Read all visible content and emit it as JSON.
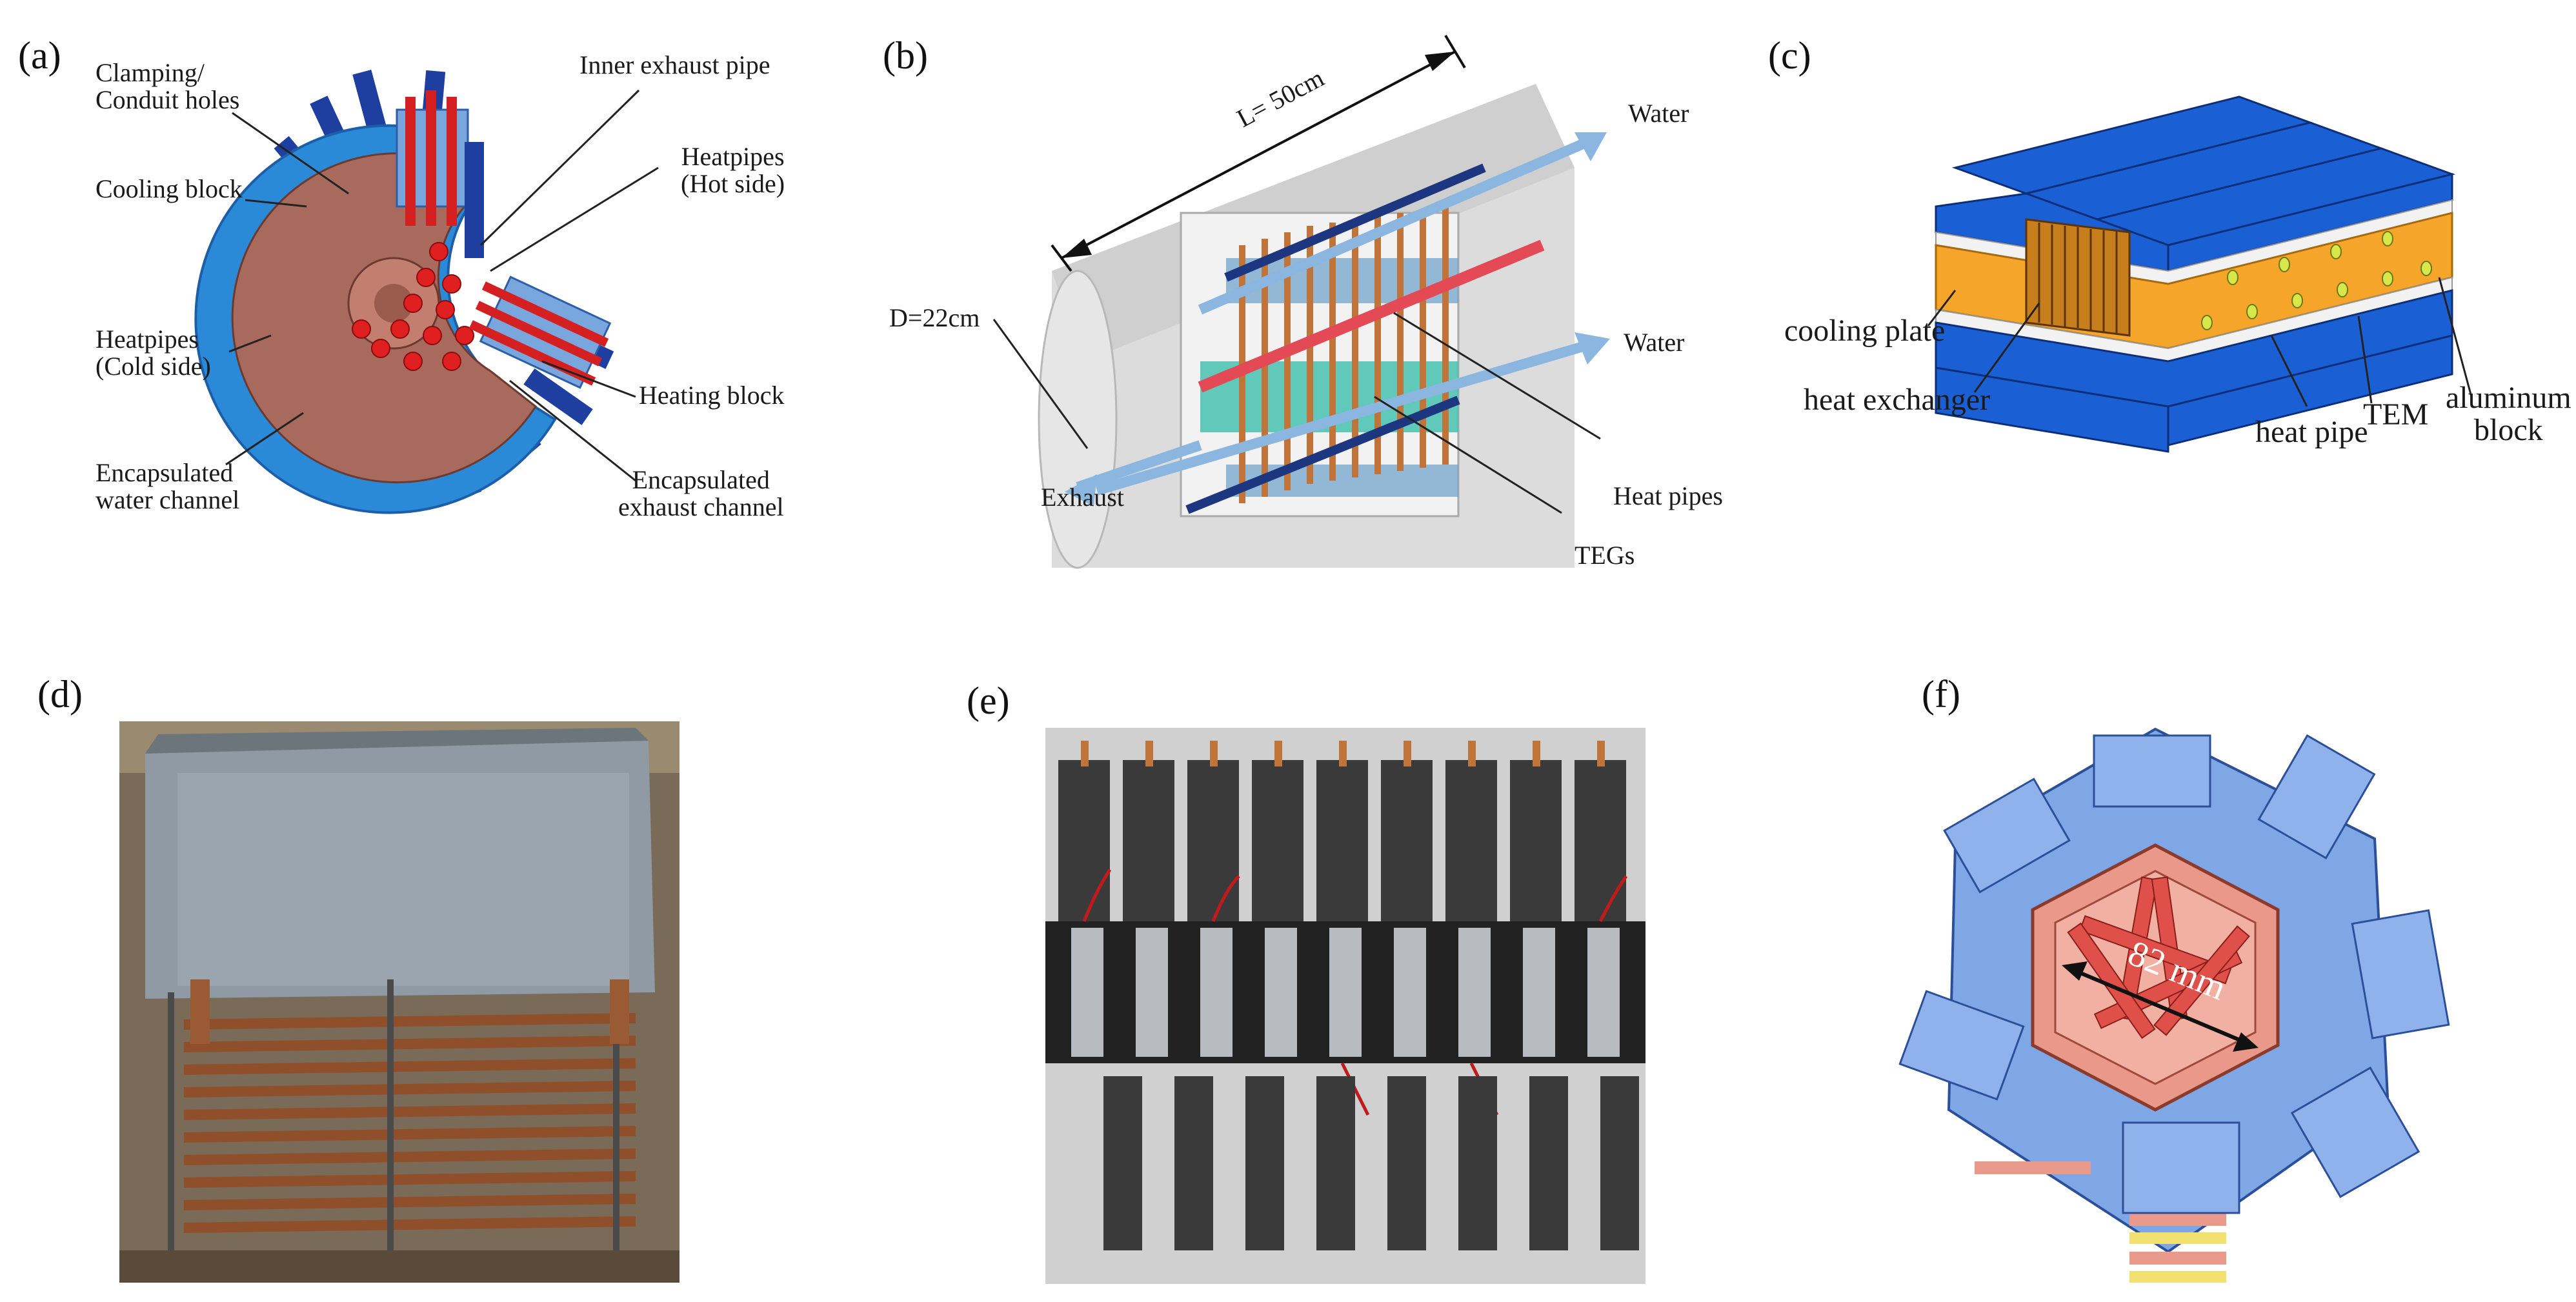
{
  "panels": {
    "a": {
      "label": "(a)",
      "callouts": {
        "clamping": "Clamping/\nConduit holes",
        "cooling_block": "Cooling block",
        "heatpipes_cold": "Heatpipes\n(Cold side)",
        "water_channel": "Encapsulated\nwater channel",
        "inner_exhaust": "Inner exhaust pipe",
        "heatpipes_hot": "Heatpipes\n(Hot side)",
        "heating_block": "Heating block",
        "exhaust_channel": "Encapsulated\nexhaust channel"
      }
    },
    "b": {
      "label": "(b)",
      "callouts": {
        "length": "L= 50cm",
        "diameter": "D=22cm",
        "water_top": "Water",
        "water_bottom": "Water",
        "exhaust": "Exhaust",
        "heat_pipes": "Heat pipes",
        "tegs": "TEGs"
      }
    },
    "c": {
      "label": "(c)",
      "callouts": {
        "cooling_plate": "cooling plate",
        "heat_exchanger": "heat exchanger",
        "heat_pipe": "heat pipe",
        "tem": "TEM",
        "aluminum_block": "aluminum\nblock"
      }
    },
    "d": {
      "label": "(d)"
    },
    "e": {
      "label": "(e)"
    },
    "f": {
      "label": "(f)",
      "callouts": {
        "dimension": "82 mm"
      }
    }
  },
  "colors": {
    "cooling_blue": "#2a86d6",
    "deep_blue": "#1e3f9e",
    "pipe_red": "#d61f1f",
    "copper": "#b5652e",
    "orange_tem": "#f4a52a",
    "salmon": "#e99a8a",
    "light_blue": "#7fa7e6"
  }
}
